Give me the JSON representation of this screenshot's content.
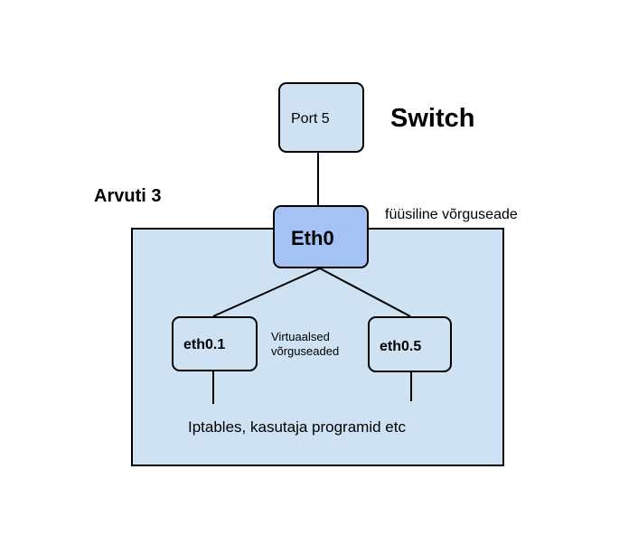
{
  "title": "Switch",
  "computer": {
    "label": "Arvuti 3",
    "fill_color": "#cfe2f3"
  },
  "nodes": {
    "port": "Port 5",
    "physical_iface": "Eth0",
    "vlan_iface_1": "eth0.1",
    "vlan_iface_2": "eth0.5"
  },
  "annotations": {
    "physical": "füüsiline võrguseade",
    "virtual": "Virtuaalsed\nvõrguseaded",
    "bottom": "Iptables, kasutaja programid etc"
  },
  "colors": {
    "node_fill": "#cfe2f3",
    "highlight_fill": "#a4c2f4",
    "stroke": "#000000"
  },
  "edges": [
    [
      "Port 5",
      "Eth0"
    ],
    [
      "Eth0",
      "eth0.1"
    ],
    [
      "Eth0",
      "eth0.5"
    ],
    [
      "eth0.1",
      "Iptables, kasutaja programid etc"
    ],
    [
      "eth0.5",
      "Iptables, kasutaja programid etc"
    ]
  ]
}
